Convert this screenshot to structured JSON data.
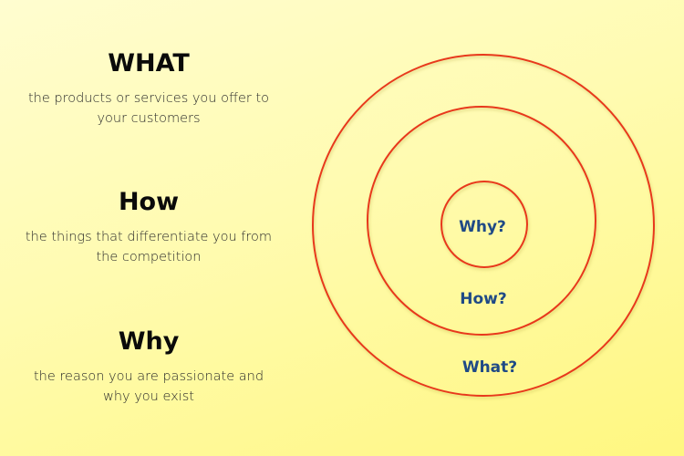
{
  "sections": [
    {
      "heading": "WHAT",
      "desc_line1": "the products or services you offer to",
      "desc_line2": "your customers"
    },
    {
      "heading": "How",
      "desc_line1": "the things that differentiate you from",
      "desc_line2": "the competition"
    },
    {
      "heading": "Why",
      "desc_line1": "the reason you are passionate and",
      "desc_line2": "why you exist"
    }
  ],
  "circles": {
    "inner_label": "Why?",
    "middle_label": "How?",
    "outer_label": "What?",
    "stroke_color": "#e8381c",
    "label_color": "#1f4a86"
  }
}
